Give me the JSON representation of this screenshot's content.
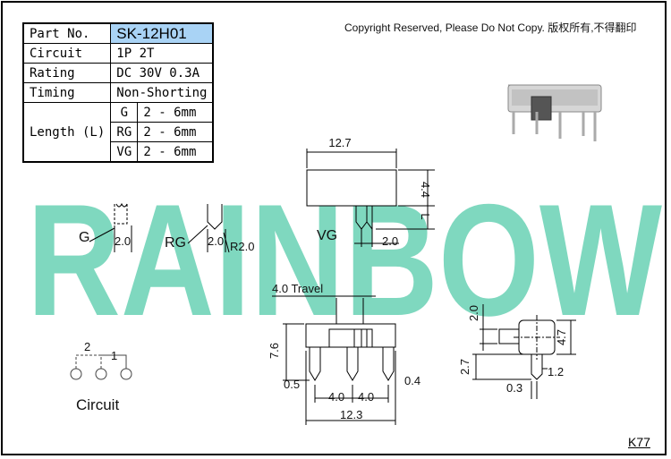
{
  "copyright": "Copyright Reserved, Please Do Not Copy. 版权所有,不得翻印",
  "spec_table": {
    "part_no_label": "Part No.",
    "part_no_value": "SK-12H01",
    "circuit_label": "Circuit",
    "circuit_value": "1P 2T",
    "rating_label": "Rating",
    "rating_value": "DC 30V 0.3A",
    "timing_label": "Timing",
    "timing_value": "Non-Shorting",
    "length_label": "Length (L)",
    "length_rows": [
      {
        "type": "G",
        "value": "2 - 6mm"
      },
      {
        "type": "RG",
        "value": "2 - 6mm"
      },
      {
        "type": "VG",
        "value": "2 - 6mm"
      }
    ]
  },
  "watermark": "RAINBOW",
  "terminal_views": {
    "g_label": "G",
    "g_dim": "2.0",
    "rg_label": "RG",
    "rg_dim": "2.0",
    "rg_radius": "R2.0",
    "vg_label": "VG",
    "vg_dim": "2.0"
  },
  "top_view": {
    "width": "12.7",
    "height": "4.4",
    "length": "L"
  },
  "front_view": {
    "travel": "4.0 Travel",
    "height": "7.6",
    "pin_left": "0.5",
    "pin_right": "0.4",
    "pitch_left": "4.0",
    "pitch_right": "4.0",
    "total_width": "12.3"
  },
  "side_view": {
    "top_dim": "2.0",
    "height": "4.7",
    "pin_len": "2.7",
    "pin_w": "1.2",
    "pin_t": "0.3"
  },
  "circuit": {
    "pin_2": "2",
    "pin_1": "1",
    "label": "Circuit"
  },
  "model_code": "K77",
  "colors": {
    "watermark": "#7fd8bf",
    "highlight": "#a9d3f5",
    "line": "#000000"
  }
}
